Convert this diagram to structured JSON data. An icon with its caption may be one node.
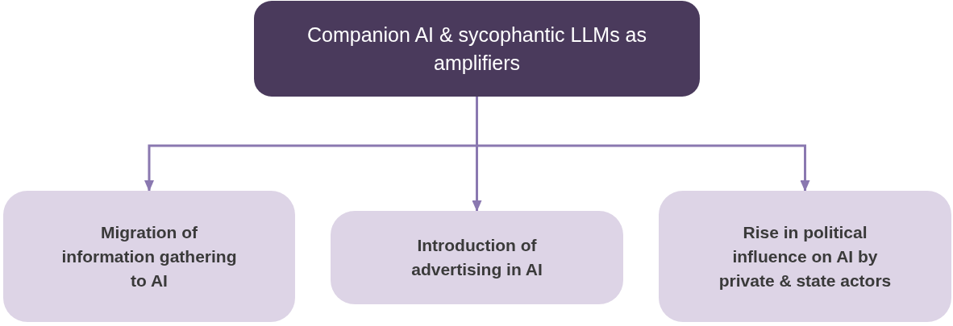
{
  "diagram": {
    "nodes": [
      {
        "text": [
          "Companion AI & sycophantic LLMs as amplifiers"
        ]
      },
      {
        "text": [
          "Migration of information gathering to AI"
        ]
      },
      {
        "text": [
          "Introduction of advertising in AI"
        ]
      },
      {
        "text": [
          "Rise in political influence on AI by private & state actors"
        ]
      }
    ],
    "edges": [
      {
        "from": 0,
        "to": 1,
        "arrow": "to"
      },
      {
        "from": 0,
        "to": 2,
        "arrow": "to"
      },
      {
        "from": 0,
        "to": 3,
        "arrow": "to"
      }
    ]
  }
}
